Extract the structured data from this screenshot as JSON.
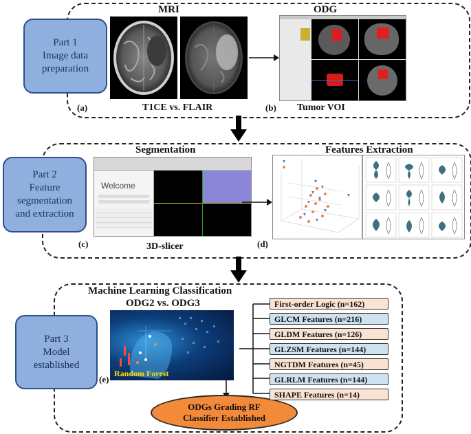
{
  "part1": {
    "label_line1": "Part 1",
    "label_line2": "Image data",
    "label_line3": "preparation",
    "mri_title": "MRI",
    "odg_title": "ODG",
    "caption_a": "(a)",
    "caption_mri": "T1CE vs. FLAIR",
    "caption_b": "(b)",
    "caption_odg": "Tumor VOI"
  },
  "part2": {
    "label_line1": "Part 2",
    "label_line2": "Feature",
    "label_line3": "segmentation",
    "label_line4": "and extraction",
    "seg_title": "Segmentation",
    "feat_title": "Features Extraction",
    "caption_c": "(c)",
    "caption_slicer": "3D-slicer",
    "caption_d": "(d)",
    "welcome": "Welcome"
  },
  "part3": {
    "label_line1": "Part 3",
    "label_line2": "Model",
    "label_line3": "established",
    "ml_title_line1": "Machine Learning Classification",
    "ml_title_line2": "ODG2 vs. ODG3",
    "rf_label": "Random Forest",
    "caption_e": "(e)",
    "result_line1": "ODGs Grading RF",
    "result_line2": "Classifier Established",
    "features": [
      {
        "label": "First-order Logic (n=162)",
        "color": "peach"
      },
      {
        "label": "GLCM Features (n=216)",
        "color": "blue"
      },
      {
        "label": "GLDM Features (n=126)",
        "color": "peach"
      },
      {
        "label": "GLZSM Features (n=144)",
        "color": "blue"
      },
      {
        "label": "NGTDM Features (n=45)",
        "color": "peach"
      },
      {
        "label": "GLRLM Features (n=144)",
        "color": "blue"
      },
      {
        "label": "SHAPE Features (n=14)",
        "color": "peach"
      }
    ]
  },
  "colors": {
    "part_box": "#8fb0de",
    "peach": "#fbe3d3",
    "blue": "#cfe2f0",
    "result": "#f28a3a",
    "violin": "#3d7180"
  }
}
